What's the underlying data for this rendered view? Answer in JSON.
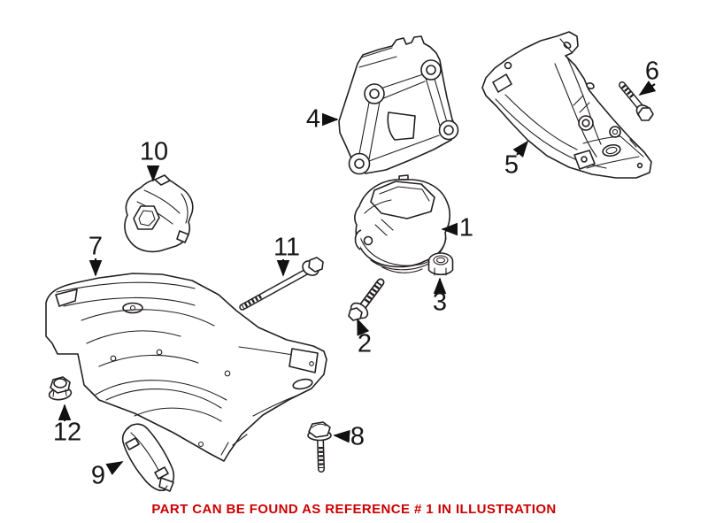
{
  "illustration": {
    "note": "PART CAN BE FOUND AS REFERENCE # 1 IN ILLUSTRATION",
    "colors": {
      "line": "#231f20",
      "note": "#cc0000",
      "background": "#ffffff"
    },
    "callouts": [
      "1",
      "2",
      "3",
      "4",
      "5",
      "6",
      "7",
      "8",
      "9",
      "10",
      "11",
      "12"
    ]
  }
}
